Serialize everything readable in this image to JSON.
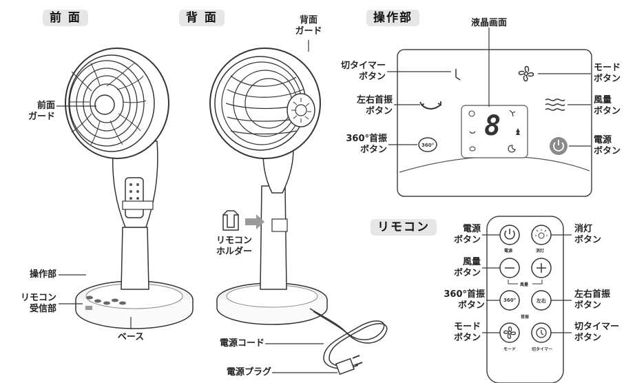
{
  "headers": {
    "front": "前 面",
    "back": "背 面",
    "control": "操作部",
    "remote": "リモコン"
  },
  "front_labels": {
    "front_guard": [
      "前面",
      "ガード"
    ],
    "control_panel": "操作部",
    "remote_receiver": [
      "リモコン",
      "受信部"
    ],
    "base": "ベース"
  },
  "back_labels": {
    "back_guard": [
      "背面",
      "ガード"
    ],
    "remote_holder": [
      "リモコン",
      "ホルダー"
    ],
    "power_cord": "電源コード",
    "power_plug": "電源プラグ"
  },
  "control_labels": {
    "lcd": "液晶画面",
    "timer": [
      "切タイマー",
      "ボタン"
    ],
    "lr_swing": [
      "左右首振",
      "ボタン"
    ],
    "swing360": [
      "360°首振",
      "ボタン"
    ],
    "mode": [
      "モード",
      "ボタン"
    ],
    "wind": [
      "風量",
      "ボタン"
    ],
    "power": [
      "電源",
      "ボタン"
    ]
  },
  "lcd_digit": "8",
  "remote_labels": {
    "power": [
      "電源",
      "ボタン"
    ],
    "light_off": [
      "消灯",
      "ボタン"
    ],
    "wind": [
      "風量",
      "ボタン"
    ],
    "swing360": [
      "360°首振",
      "ボタン"
    ],
    "lr_swing": [
      "左右首振",
      "ボタン"
    ],
    "mode": [
      "モード",
      "ボタン"
    ],
    "timer": [
      "切タイマー",
      "ボタン"
    ]
  },
  "remote_small": {
    "power": "電源",
    "light": "消灯",
    "wind": "風量",
    "swing": "首振",
    "mode": "モード",
    "timer": "切タイマー",
    "btn360": "360°",
    "btn_lr": "左右"
  },
  "colors": {
    "header_bg": "#e6e6e6",
    "line": "#333333",
    "power_button": "#8a8a8a"
  }
}
